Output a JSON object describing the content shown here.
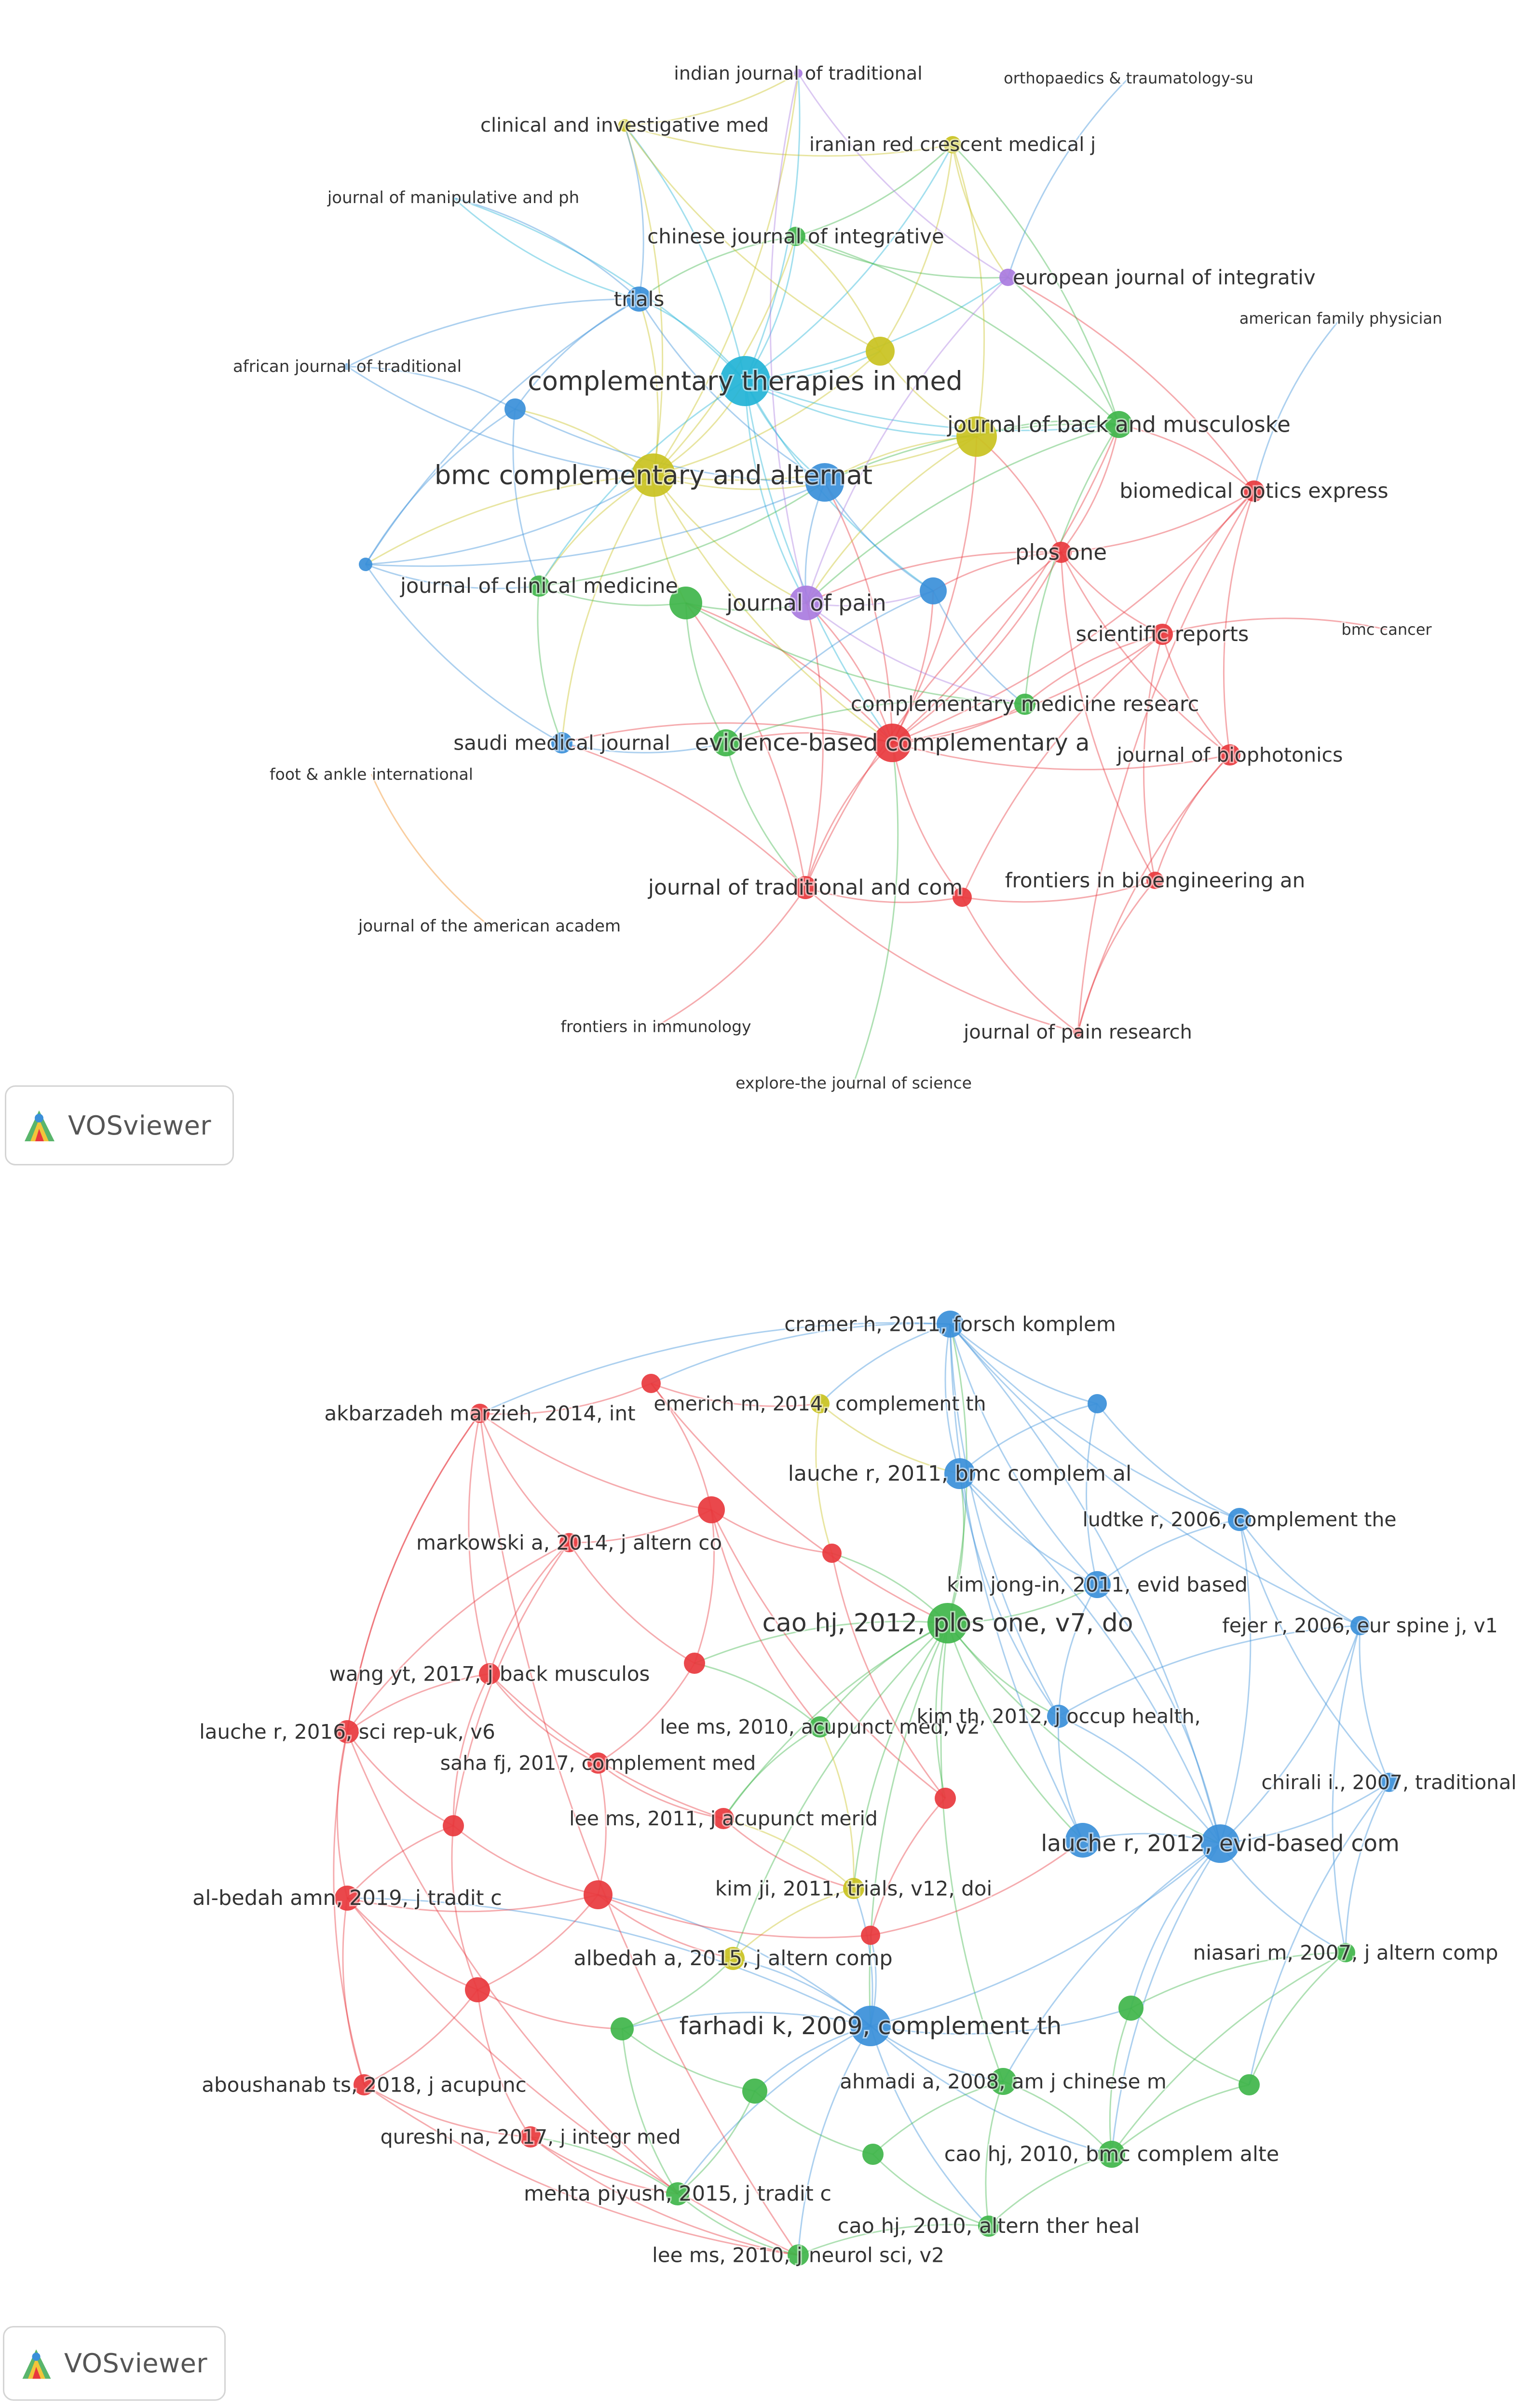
{
  "brand": {
    "name": "VOSviewer",
    "logo_icon": "vosviewer-logo-icon"
  },
  "colors": {
    "red": "#e8383d",
    "green": "#3fb54a",
    "blue": "#3a8fd9",
    "yellow": "#c9c21f",
    "purple": "#a97be0",
    "cyan": "#22b3d6",
    "orange": "#f08a1c",
    "label": "#333333"
  },
  "networks": [
    {
      "nodes": [
        {
          "label": "indian journal of traditional",
          "c": "purple"
        },
        {
          "label": "orthopaedics & traumatology-su",
          "c": "blue"
        },
        {
          "label": "clinical and investigative med",
          "c": "yellow"
        },
        {
          "label": "iranian red crescent medical j",
          "c": "yellow"
        },
        {
          "label": "journal of manipulative and ph",
          "c": "cyan"
        },
        {
          "label": "chinese journal of integrative",
          "c": "green"
        },
        {
          "label": "trials",
          "c": "blue"
        },
        {
          "label": "european journal of integrativ",
          "c": "purple"
        },
        {
          "label": "american family physician",
          "c": "blue"
        },
        {
          "label": "african journal of traditional",
          "c": "blue"
        },
        {
          "label": "complementary therapies in med",
          "c": "cyan"
        },
        {
          "label": "",
          "c": "blue"
        },
        {
          "label": "journal of back and musculoske",
          "c": "green"
        },
        {
          "label": "",
          "c": "yellow"
        },
        {
          "label": "",
          "c": "yellow"
        },
        {
          "label": "bmc complementary and alternat",
          "c": "yellow"
        },
        {
          "label": "",
          "c": "blue"
        },
        {
          "label": "biomedical optics express",
          "c": "red"
        },
        {
          "label": "",
          "c": "blue"
        },
        {
          "label": "plos one",
          "c": "red"
        },
        {
          "label": "journal of clinical medicine",
          "c": "green"
        },
        {
          "label": "",
          "c": "green"
        },
        {
          "label": "journal of pain",
          "c": "purple"
        },
        {
          "label": "",
          "c": "blue"
        },
        {
          "label": "scientific reports",
          "c": "red"
        },
        {
          "label": "bmc cancer",
          "c": "red"
        },
        {
          "label": "complementary medicine researc",
          "c": "green"
        },
        {
          "label": "saudi medical journal",
          "c": "blue"
        },
        {
          "label": "evidence-based complementary a",
          "c": "red"
        },
        {
          "label": "",
          "c": "green"
        },
        {
          "label": "journal of biophotonics",
          "c": "red"
        },
        {
          "label": "foot & ankle international",
          "c": "orange"
        },
        {
          "label": "journal of traditional and com",
          "c": "red"
        },
        {
          "label": "",
          "c": "red"
        },
        {
          "label": "frontiers in bioengineering an",
          "c": "red"
        },
        {
          "label": "journal of the american academ",
          "c": "orange"
        },
        {
          "label": "frontiers in immunology",
          "c": "red"
        },
        {
          "label": "journal of pain research",
          "c": "red"
        },
        {
          "label": "explore-the journal of science",
          "c": "green"
        }
      ]
    },
    {
      "nodes": [
        {
          "label": "cramer h, 2011, forsch komplem",
          "c": "blue"
        },
        {
          "label": "",
          "c": "red"
        },
        {
          "label": "emerich m, 2014, complement th",
          "c": "yellow"
        },
        {
          "label": "akbarzadeh marzieh, 2014, int",
          "c": "red"
        },
        {
          "label": "",
          "c": "blue"
        },
        {
          "label": "lauche r, 2011, bmc complem al",
          "c": "blue"
        },
        {
          "label": "",
          "c": "red"
        },
        {
          "label": "ludtke r, 2006, complement the",
          "c": "blue"
        },
        {
          "label": "markowski a, 2014, j altern co",
          "c": "red"
        },
        {
          "label": "",
          "c": "red"
        },
        {
          "label": "kim jong-in, 2011, evid based",
          "c": "blue"
        },
        {
          "label": "cao hj, 2012, plos one, v7, do",
          "c": "green"
        },
        {
          "label": "fejer r, 2006, eur spine j, v1",
          "c": "blue"
        },
        {
          "label": "",
          "c": "red"
        },
        {
          "label": "wang yt, 2017, j back musculos",
          "c": "red"
        },
        {
          "label": "lee ms, 2010, acupunct med, v2",
          "c": "green"
        },
        {
          "label": "kim th, 2012, j occup health,",
          "c": "blue"
        },
        {
          "label": "lauche r, 2016, sci rep-uk, v6",
          "c": "red"
        },
        {
          "label": "saha fj, 2017, complement med",
          "c": "red"
        },
        {
          "label": "",
          "c": "red"
        },
        {
          "label": "chirali i., 2007, traditional",
          "c": "blue"
        },
        {
          "label": "lee ms, 2011, j acupunct merid",
          "c": "red"
        },
        {
          "label": "",
          "c": "red"
        },
        {
          "label": "lauche r, 2012, evid-based com",
          "c": "blue"
        },
        {
          "label": "",
          "c": "blue"
        },
        {
          "label": "kim ji, 2011, trials, v12, doi",
          "c": "yellow"
        },
        {
          "label": "al-bedah amn, 2019, j tradit c",
          "c": "red"
        },
        {
          "label": "",
          "c": "red"
        },
        {
          "label": "albedah a, 2015, j altern comp",
          "c": "yellow"
        },
        {
          "label": "niasari m, 2007, j altern comp",
          "c": "green"
        },
        {
          "label": "",
          "c": "red"
        },
        {
          "label": "",
          "c": "red"
        },
        {
          "label": "farhadi k, 2009, complement th",
          "c": "blue"
        },
        {
          "label": "",
          "c": "green"
        },
        {
          "label": "",
          "c": "green"
        },
        {
          "label": "aboushanab ts, 2018, j acupunc",
          "c": "red"
        },
        {
          "label": "ahmadi a, 2008, am j chinese m",
          "c": "green"
        },
        {
          "label": "",
          "c": "green"
        },
        {
          "label": "",
          "c": "green"
        },
        {
          "label": "qureshi na, 2017, j integr med",
          "c": "red"
        },
        {
          "label": "cao hj, 2010, bmc complem alte",
          "c": "green"
        },
        {
          "label": "",
          "c": "green"
        },
        {
          "label": "mehta piyush, 2015, j tradit c",
          "c": "green"
        },
        {
          "label": "cao hj, 2010, altern ther heal",
          "c": "green"
        },
        {
          "label": "lee ms, 2010, j neurol sci, v2",
          "c": "green"
        }
      ]
    }
  ]
}
